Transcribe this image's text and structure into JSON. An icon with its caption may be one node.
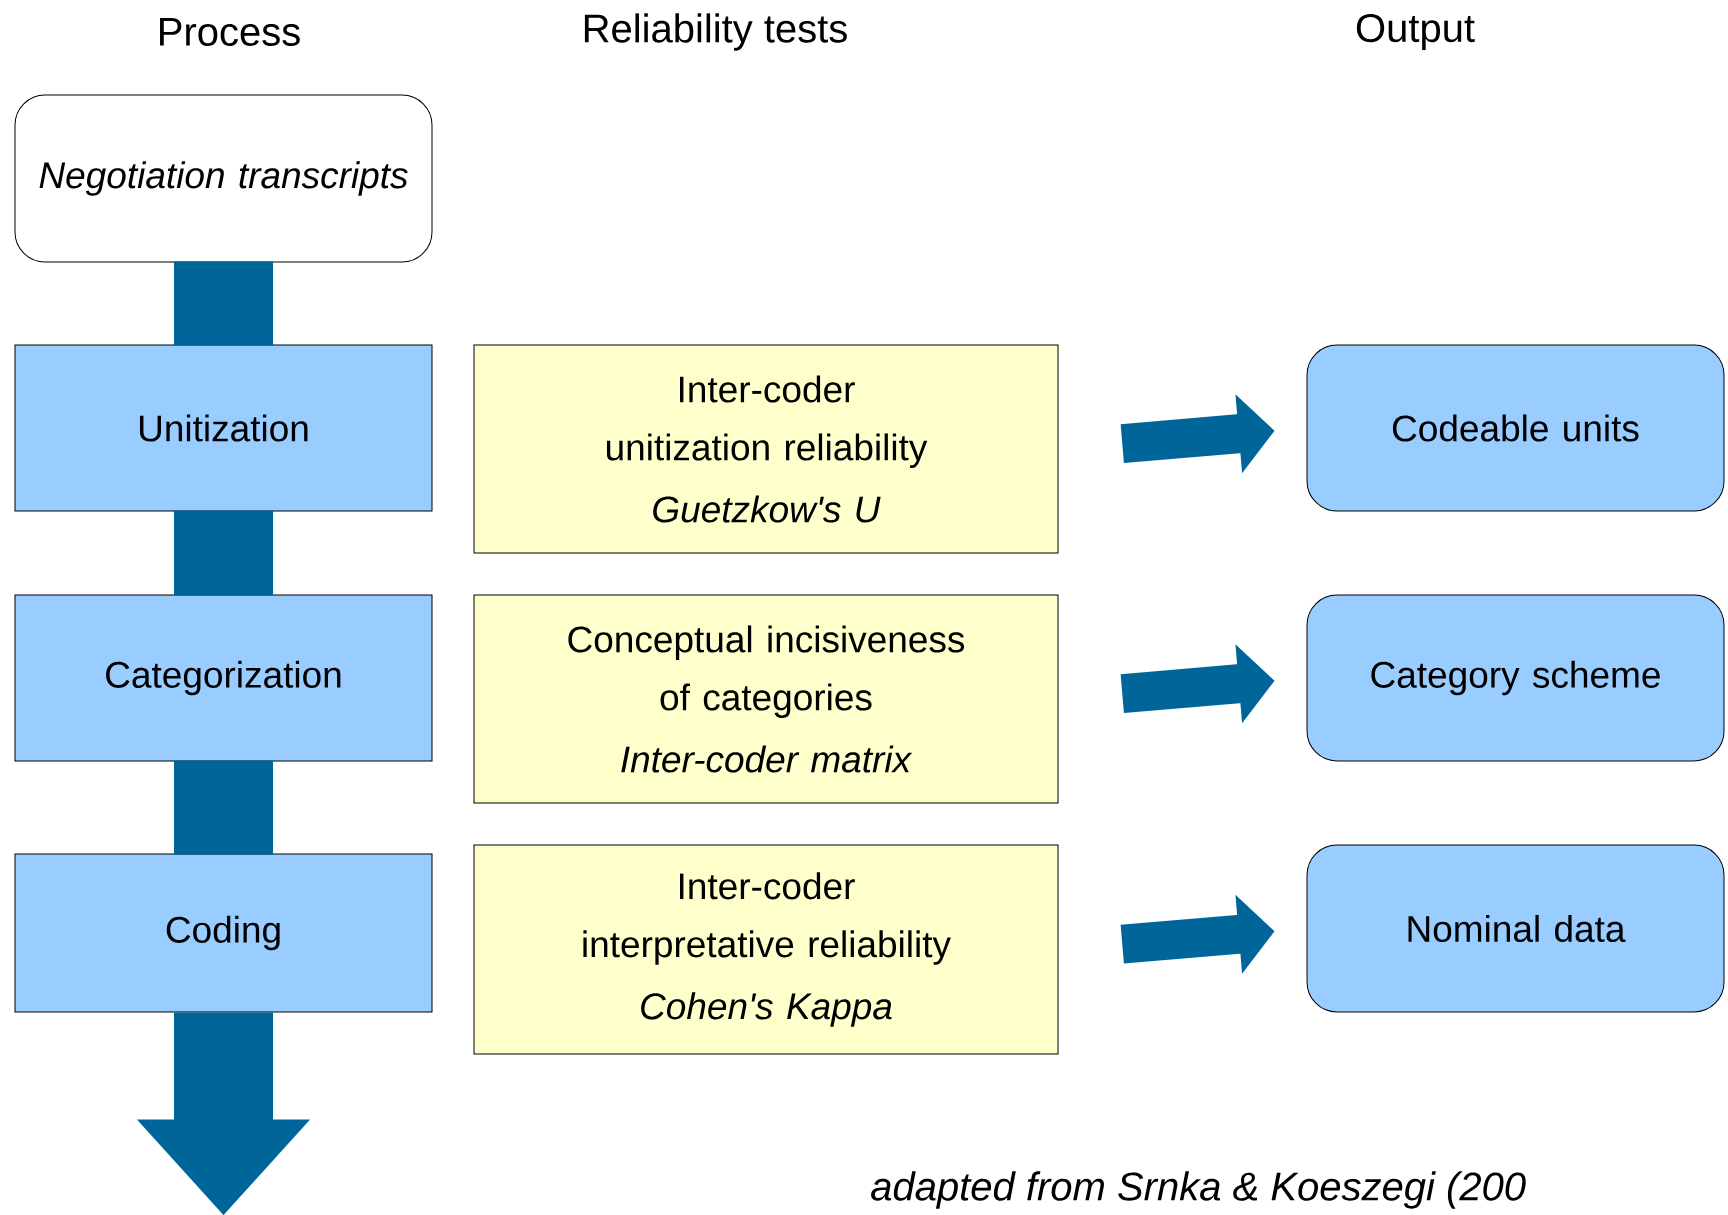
{
  "diagram": {
    "nodes": [
      {
        "text": [
          "*Negotiation transcripts*"
        ]
      },
      {
        "text": [
          "Unitization"
        ]
      },
      {
        "text": [
          "Categorization"
        ]
      },
      {
        "text": [
          "Coding"
        ]
      },
      {
        "text": [
          "Inter-coder unitization reliability",
          "*Guetzkow's U*"
        ]
      },
      {
        "text": [
          "Conceptual incisiveness of categories",
          "*Inter-coder matrix*"
        ]
      },
      {
        "text": [
          "Inter-coder interpretative reliability",
          "*Cohen's Kappa*"
        ]
      },
      {
        "text": [
          "Codeable units"
        ]
      },
      {
        "text": [
          "Category scheme"
        ]
      },
      {
        "text": [
          "Nominal data"
        ]
      }
    ],
    "edges": [
      {
        "from": 0,
        "to": 1,
        "arrow": "none"
      },
      {
        "from": 1,
        "to": 2,
        "arrow": "none"
      },
      {
        "from": 2,
        "to": 3,
        "arrow": "none"
      },
      {
        "from": 3,
        "to": null,
        "arrow": "to"
      },
      {
        "from": 4,
        "to": 7,
        "arrow": "to"
      },
      {
        "from": 5,
        "to": 8,
        "arrow": "to"
      },
      {
        "from": 6,
        "to": 9,
        "arrow": "to"
      }
    ],
    "labels": [
      "Process",
      "Reliability tests",
      "Output",
      "*adapted from Srnka & Koeszegi (200*"
    ]
  }
}
